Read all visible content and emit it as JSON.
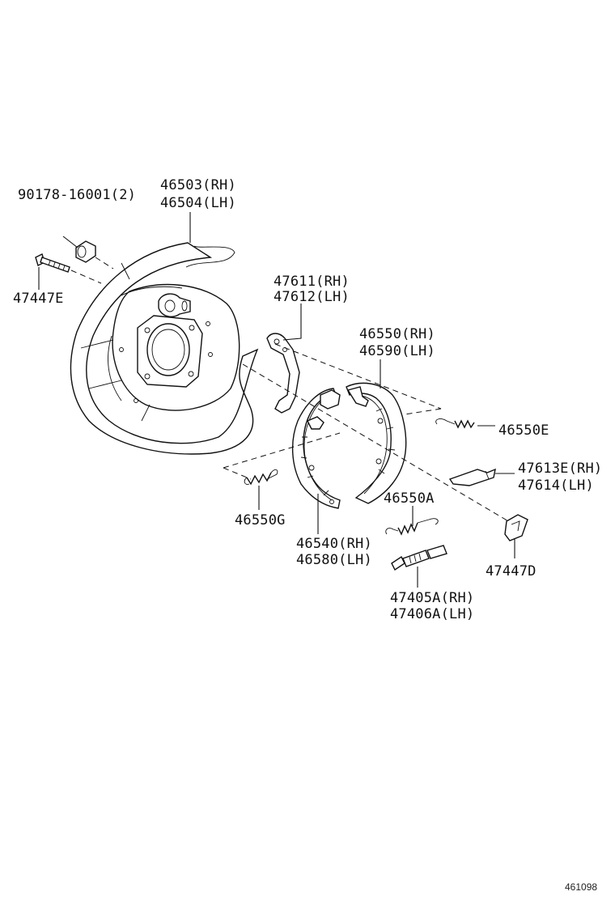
{
  "labels": {
    "bolt_nut": "90178-16001(2)",
    "plate_rh": "46503(RH)",
    "plate_lh": "46504(LH)",
    "bolt": "47447E",
    "lever_rh": "47611(RH)",
    "lever_lh": "47612(LH)",
    "shoe_rear_rh": "46550(RH)",
    "shoe_rear_lh": "46590(LH)",
    "spring_e": "46550E",
    "strut_rh": "47613E(RH)",
    "strut_lh": "47614(LH)",
    "spring_g": "46550G",
    "spring_a": "46550A",
    "shoe_front_rh": "46540(RH)",
    "shoe_front_lh": "46580(LH)",
    "adjuster_rh": "47405A(RH)",
    "adjuster_lh": "47406A(LH)",
    "clip": "47447D"
  },
  "footer": {
    "figure_number": "461098"
  },
  "colors": {
    "line": "#111111",
    "background": "#ffffff"
  }
}
